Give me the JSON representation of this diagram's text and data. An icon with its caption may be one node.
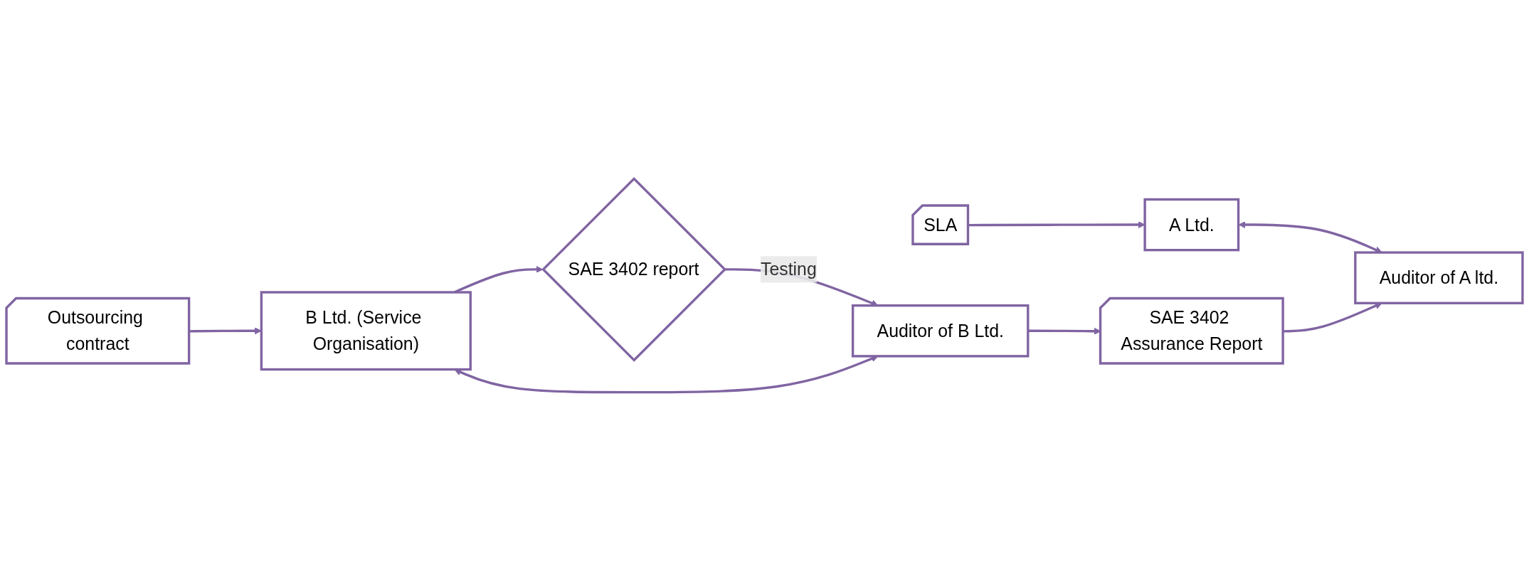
{
  "diagram": {
    "nodes": [
      {
        "text": [
          "A Ltd."
        ]
      },
      {
        "text": [
          "SLA"
        ]
      },
      {
        "text": [
          "Outsourcing contract"
        ]
      },
      {
        "text": [
          "B Ltd. (Service Organisation)"
        ]
      },
      {
        "text": [
          "SAE 3402 report"
        ]
      },
      {
        "text": [
          "Auditor of A ltd."
        ]
      },
      {
        "text": [
          "SAE 3402 Assurance Report"
        ]
      },
      {
        "text": [
          "Auditor of B Ltd."
        ]
      }
    ],
    "edges": [
      {
        "from": 1,
        "to": 0,
        "arrow": "to"
      },
      {
        "from": 2,
        "to": 3,
        "arrow": "to"
      },
      {
        "from": 3,
        "to": 4,
        "arrow": "to"
      },
      {
        "from": 4,
        "to": 7,
        "arrow": "to",
        "label": "Testing"
      },
      {
        "from": 0,
        "to": 5,
        "arrow": "both"
      },
      {
        "from": 3,
        "to": 7,
        "arrow": "both"
      },
      {
        "from": 7,
        "to": 6,
        "arrow": "to"
      },
      {
        "from": 6,
        "to": 5,
        "arrow": "to"
      }
    ]
  }
}
